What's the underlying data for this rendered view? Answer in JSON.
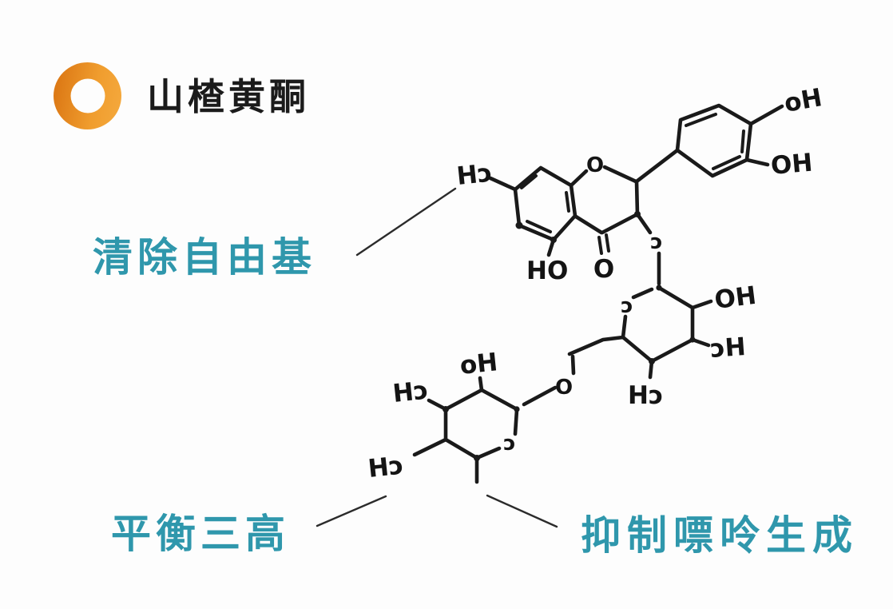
{
  "header": {
    "title": "山楂黄酮"
  },
  "callouts": {
    "free_radical": "清除自由基",
    "three_highs": "平衡三高",
    "purine": "抑制嘌呤生成"
  },
  "colors": {
    "callout_teal": "#2f97ac",
    "logo_orange_dark": "#dd7a16",
    "logo_orange_light": "#f4a83c",
    "ink": "#1a1a1a",
    "background": "#fdfdfd"
  },
  "molecule": {
    "name": "hawthorn-flavonoid (rutin) hand-drawn structure",
    "atom_labels": {
      "ho7": "Hɔ",
      "pyran_o": "O",
      "ho5": "HO",
      "ketone_o": "O",
      "glyco_o": "ɔ",
      "b_oh_top": "oH",
      "b_oh_bottom": "OH",
      "glc_ring_o": "ɔ",
      "glc_oh": "OH",
      "glc_hc": "ɔH",
      "glc_ch": "Hɔ",
      "link_o": "O",
      "rha_oh": "oH",
      "rha_ring_o": "ɔ",
      "rha_hc_upper": "Hɔ",
      "rha_hc_lower": "Hɔ"
    }
  }
}
